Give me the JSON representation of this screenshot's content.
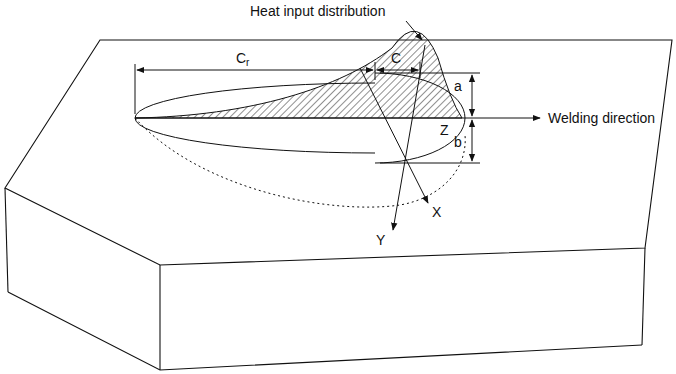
{
  "diagram": {
    "labels": [
      "Heat input distribution",
      "C",
      "r",
      "C",
      "a",
      "Welding direction",
      "Z",
      "b",
      "Y",
      "X"
    ]
  }
}
